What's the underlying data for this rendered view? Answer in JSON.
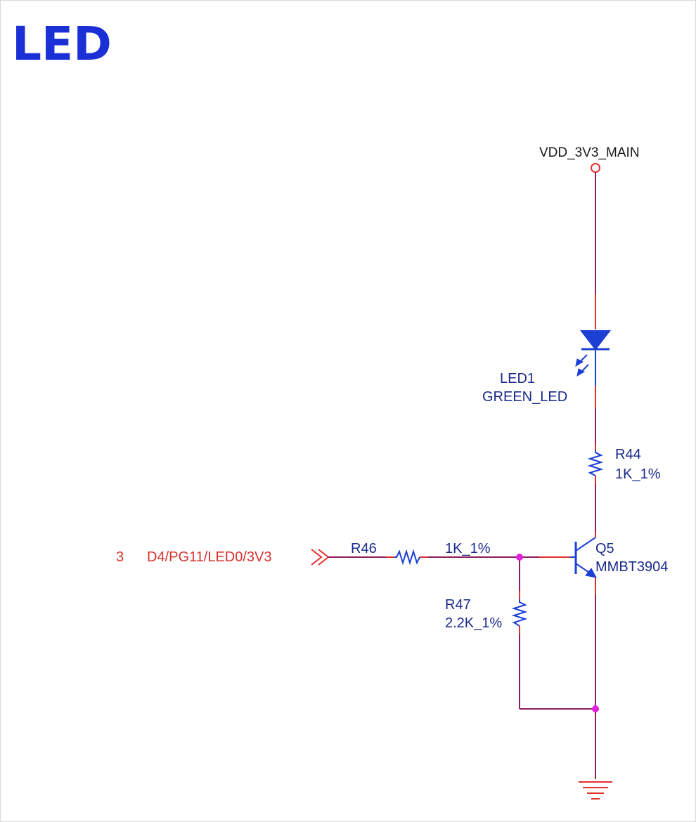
{
  "title": "LED",
  "colors": {
    "title": "#1a2fd6",
    "wire": "#8a1f5a",
    "pin_tip": "#e0302a",
    "component": "#1c3fd4",
    "junction": "#e020e0",
    "net_text": "#1a1a1a",
    "ref_text": "#1a2a8c",
    "port_text": "#d8302a",
    "power_circle": "#e0302a"
  },
  "power": {
    "net": "VDD_3V3_MAIN",
    "icon": "power-port-circle-icon"
  },
  "port": {
    "sheet": "3",
    "net": "D4/PG11/LED0/3V3",
    "icon": "off-sheet-connector-icon"
  },
  "led1": {
    "ref": "LED1",
    "value": "GREEN_LED",
    "icon": "led-diode-icon"
  },
  "r44": {
    "ref": "R44",
    "value": "1K_1%",
    "icon": "resistor-icon"
  },
  "r46": {
    "ref": "R46",
    "value": "1K_1%",
    "icon": "resistor-icon"
  },
  "r47": {
    "ref": "R47",
    "value": "2.2K_1%",
    "icon": "resistor-icon"
  },
  "q5": {
    "ref": "Q5",
    "value": "MMBT3904",
    "icon": "npn-transistor-icon"
  },
  "ground": {
    "icon": "ground-icon"
  }
}
